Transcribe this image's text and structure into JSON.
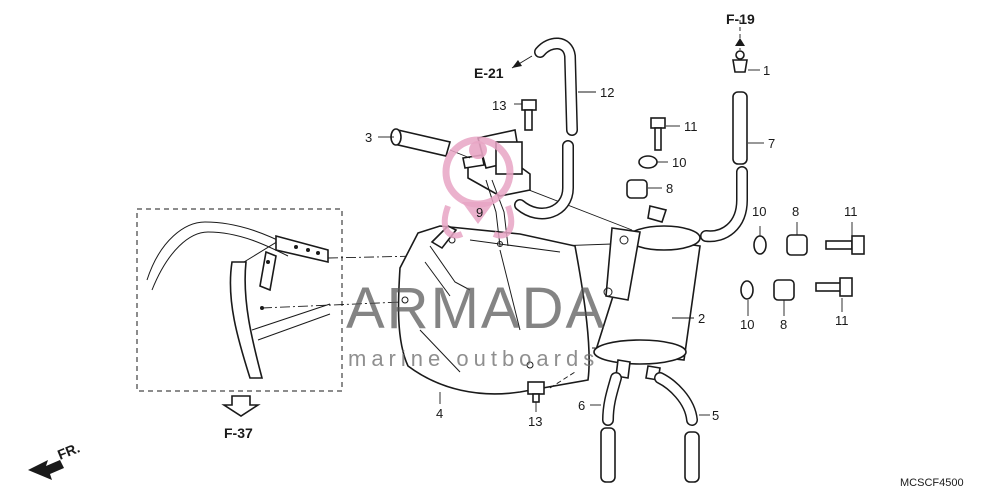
{
  "references": {
    "f19": "F-19",
    "e21": "E-21",
    "f37": "F-37",
    "fr": "FR."
  },
  "callouts": [
    {
      "id": "c1",
      "text": "1"
    },
    {
      "id": "c12",
      "text": "12"
    },
    {
      "id": "c13a",
      "text": "13"
    },
    {
      "id": "c3",
      "text": "3"
    },
    {
      "id": "c11a",
      "text": "11"
    },
    {
      "id": "c7",
      "text": "7"
    },
    {
      "id": "c10a",
      "text": "10"
    },
    {
      "id": "c8a",
      "text": "8"
    },
    {
      "id": "c9",
      "text": "9"
    },
    {
      "id": "c10b",
      "text": "10"
    },
    {
      "id": "c8b",
      "text": "8"
    },
    {
      "id": "c11b",
      "text": "11"
    },
    {
      "id": "c2",
      "text": "2"
    },
    {
      "id": "c10c",
      "text": "10"
    },
    {
      "id": "c8c",
      "text": "8"
    },
    {
      "id": "c11c",
      "text": "11"
    },
    {
      "id": "c4",
      "text": "4"
    },
    {
      "id": "c13b",
      "text": "13"
    },
    {
      "id": "c6",
      "text": "6"
    },
    {
      "id": "c5",
      "text": "5"
    }
  ],
  "diagram_code": "MCSCF4500",
  "watermark": {
    "brand": "ARMADA",
    "tagline": "marine outboards",
    "color": "#e8a5c4"
  },
  "colors": {
    "line": "#1a1a1a",
    "background": "#ffffff"
  }
}
